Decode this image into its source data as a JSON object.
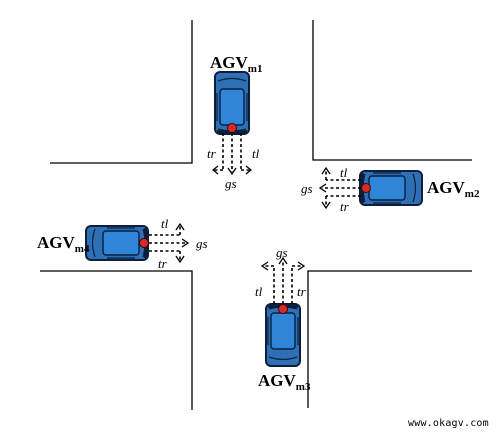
{
  "diagram": {
    "vehicles": [
      {
        "name": "AGV",
        "sub": "m1",
        "moves": {
          "left": "tr",
          "center": "gs",
          "right": "tl"
        }
      },
      {
        "name": "AGV",
        "sub": "m2",
        "moves": {
          "top": "tl",
          "center": "gs",
          "bottom": "tr"
        }
      },
      {
        "name": "AGV",
        "sub": "m3",
        "moves": {
          "left": "tl",
          "center": "gs",
          "right": "tr"
        }
      },
      {
        "name": "AGV",
        "sub": "m4",
        "moves": {
          "top": "tl",
          "center": "gs",
          "bottom": "tr"
        }
      }
    ],
    "colors": {
      "agv_body": "#2f6fb6",
      "agv_inner": "#2f86d8",
      "sensor": "#d32a2a",
      "road": "#000000"
    }
  },
  "watermark": "www.okagv.com"
}
